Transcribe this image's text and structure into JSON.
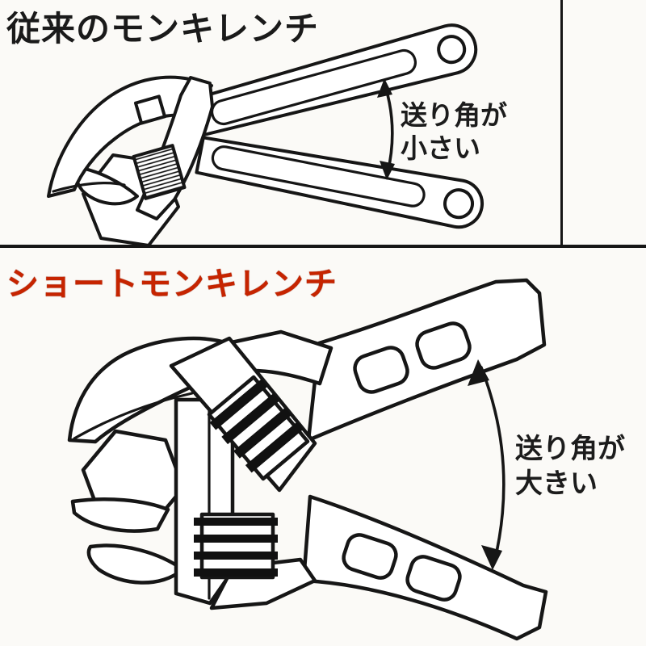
{
  "page": {
    "background": "#fbfaf7",
    "description_top": "conventional adjustable monkey wrench with two overlaid handle positions and a small swing-angle arc",
    "description_bottom": "short monkey wrench with two overlaid handle positions and a large swing-angle arc"
  },
  "colors": {
    "line": "#161616",
    "top_title": "#1a1a1a",
    "bottom_title_red": "#c62400",
    "background": "#fbfaf7"
  },
  "top_panel": {
    "title": "従来のモンキレンチ",
    "annotation": "送り角が\n小さい"
  },
  "bottom_panel": {
    "title": "ショートモンキレンチ",
    "annotation": "送り角が\n大きい"
  }
}
